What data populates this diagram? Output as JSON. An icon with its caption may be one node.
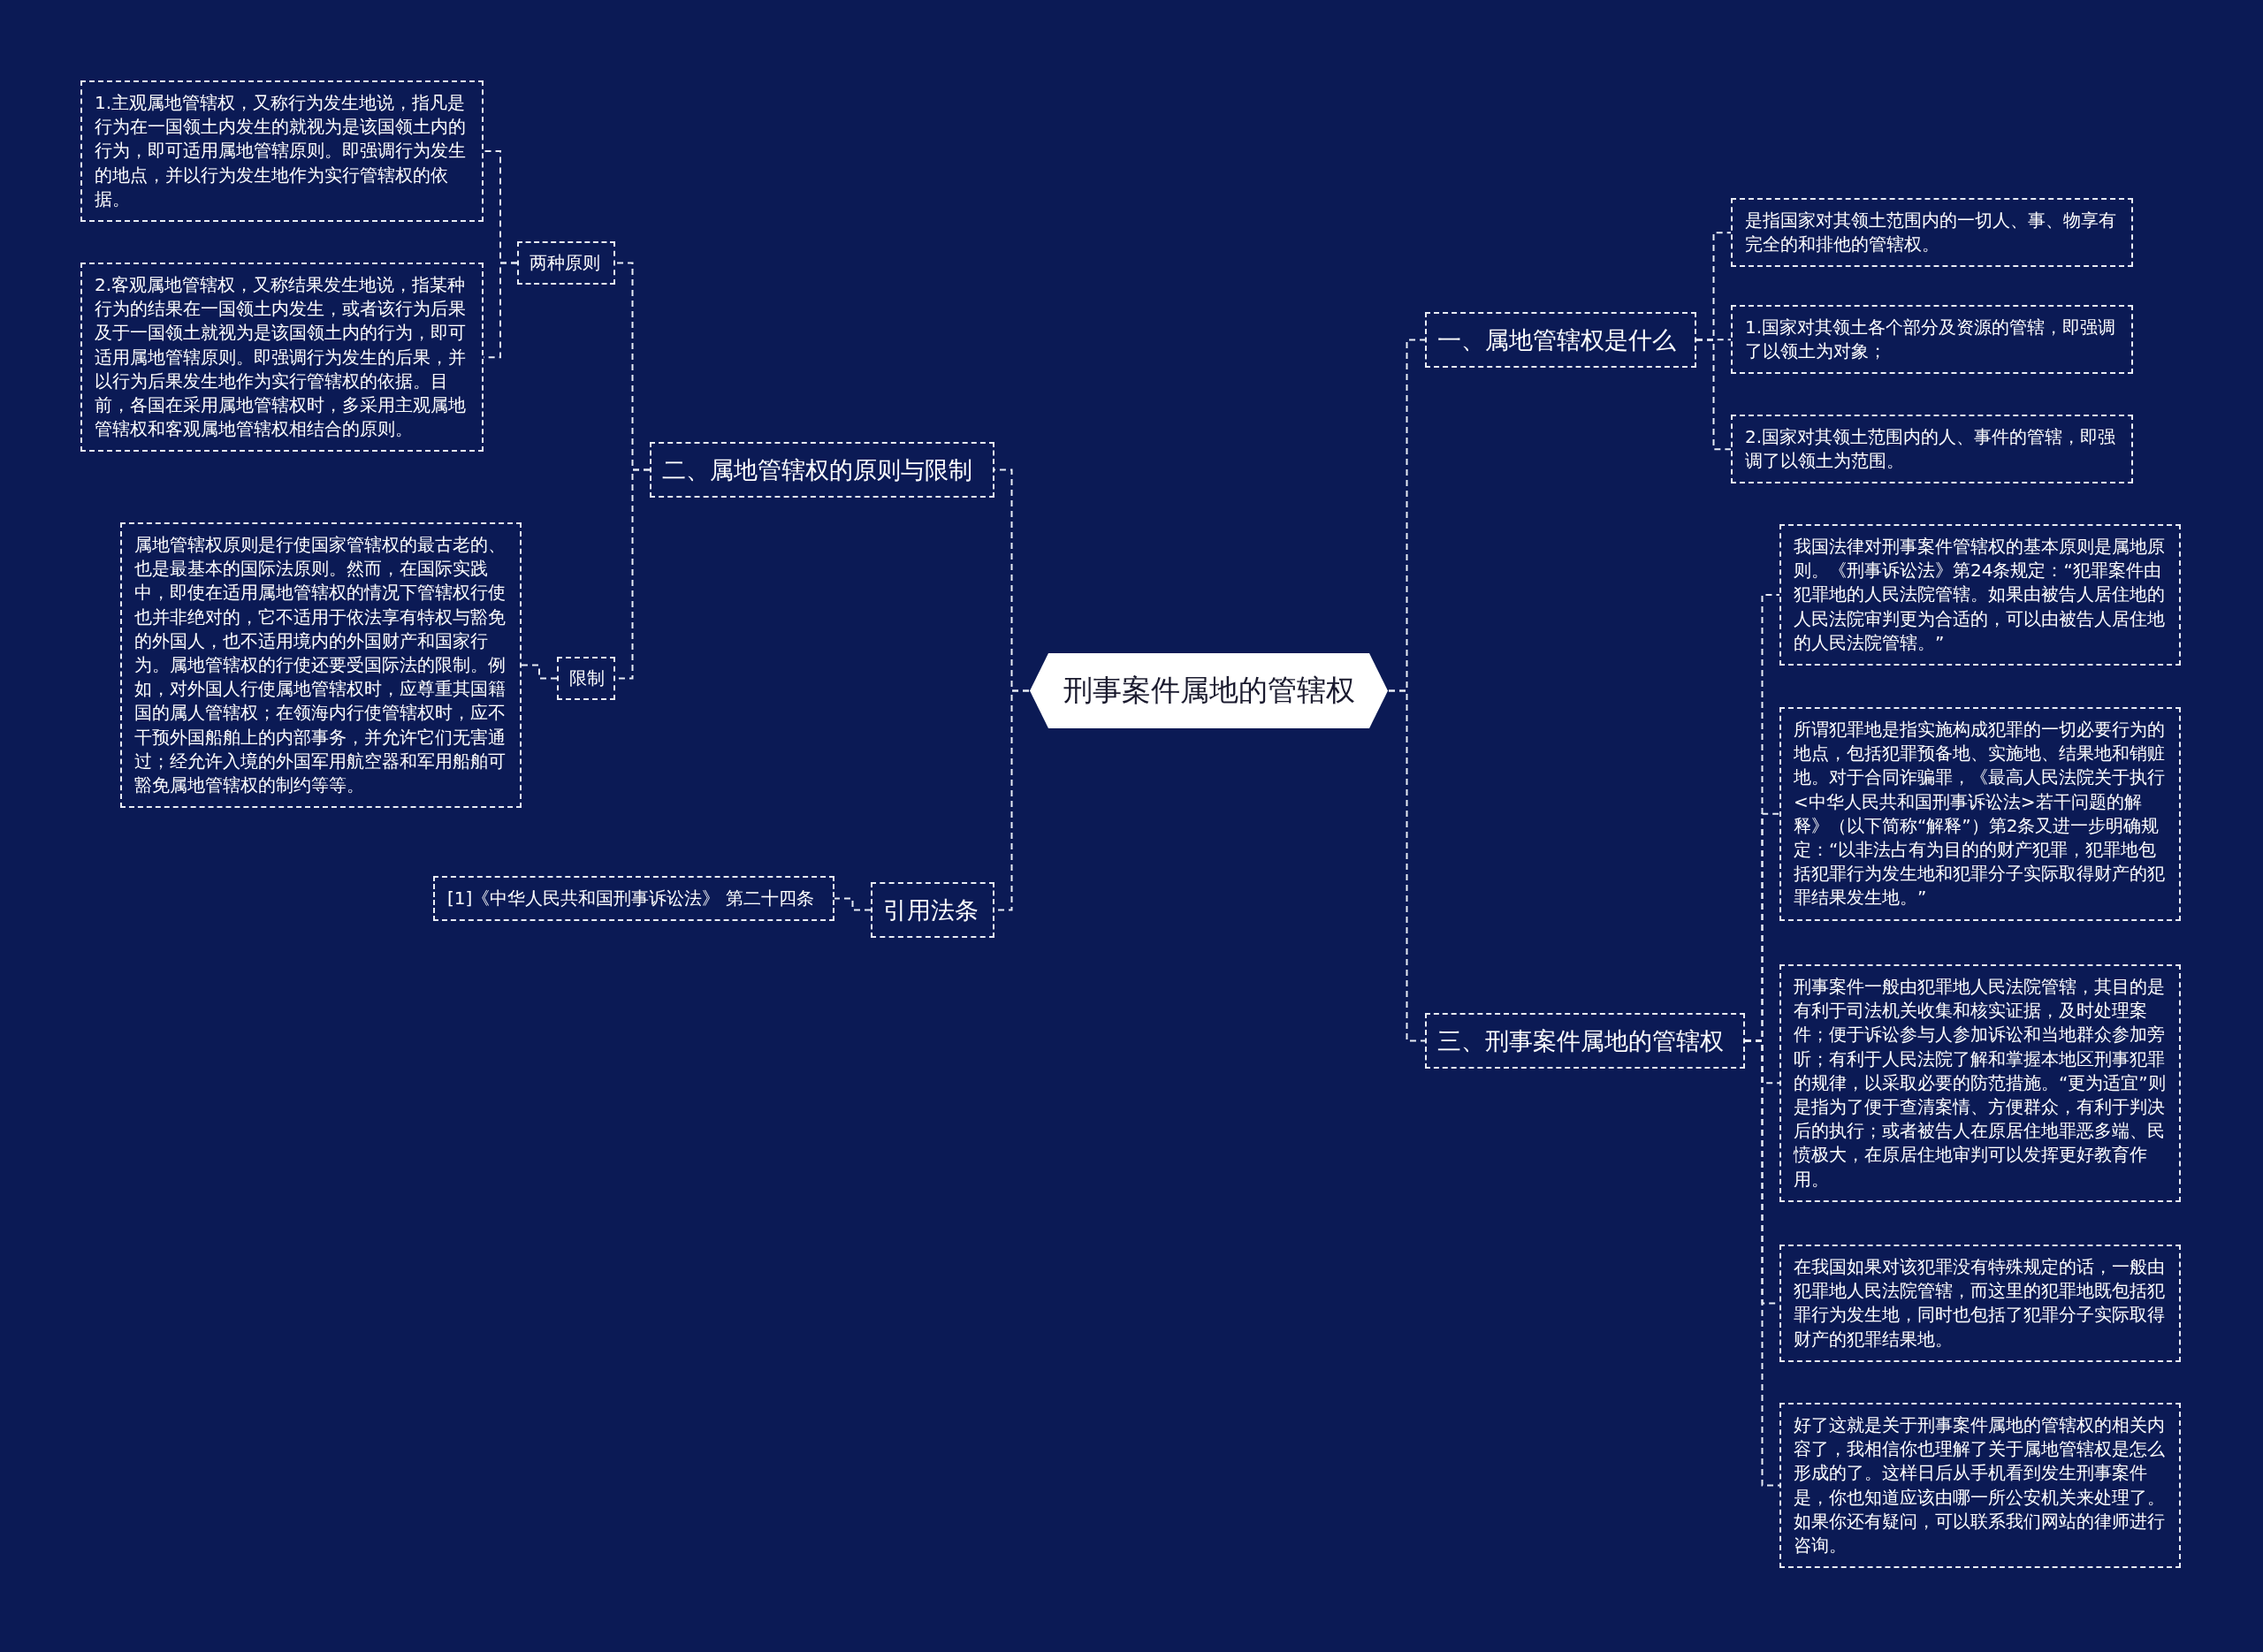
{
  "diagram": {
    "nodes": [
      {
        "text": [
          "刑事案件属地的管辖权"
        ]
      },
      {
        "text": [
          "一、属地管辖权是什么"
        ]
      },
      {
        "text": [
          "是指国家对其领土范围内的一切人、事、物享有完全的和排他的管辖权。"
        ]
      },
      {
        "text": [
          "1.国家对其领土各个部分及资源的管辖，即强调了以领土为对象；"
        ]
      },
      {
        "text": [
          "2.国家对其领土范围内的人、事件的管辖，即强调了以领土为范围。"
        ]
      },
      {
        "text": [
          "三、刑事案件属地的管辖权"
        ]
      },
      {
        "text": [
          "我国法律对刑事案件管辖权的基本原则是属地原则。《刑事诉讼法》第24条规定：“犯罪案件由犯罪地的人民法院管辖。如果由被告人居住地的人民法院审判更为合适的，可以由被告人居住地的人民法院管辖。”"
        ]
      },
      {
        "text": [
          "所谓犯罪地是指实施构成犯罪的一切必要行为的地点，包括犯罪预备地、实施地、结果地和销赃地。对于合同诈骗罪，《最高人民法院关于执行<中华人民共和国刑事诉讼法>若干问题的解释》（以下简称“解释”）第2条又进一步明确规定：“以非法占有为目的的财产犯罪，犯罪地包括犯罪行为发生地和犯罪分子实际取得财产的犯罪结果发生地。”"
        ]
      },
      {
        "text": [
          "刑事案件一般由犯罪地人民法院管辖，其目的是有利于司法机关收集和核实证据，及时处理案件；便于诉讼参与人参加诉讼和当地群众参加旁听；有利于人民法院了解和掌握本地区刑事犯罪的规律，以采取必要的防范措施。“更为适宜”则是指为了便于查清案情、方便群众，有利于判决后的执行；或者被告人在原居住地罪恶多端、民愤极大，在原居住地审判可以发挥更好教育作用。"
        ]
      },
      {
        "text": [
          "在我国如果对该犯罪没有特殊规定的话，一般由犯罪地人民法院管辖，而这里的犯罪地既包括犯罪行为发生地，同时也包括了犯罪分子实际取得财产的犯罪结果地。"
        ]
      },
      {
        "text": [
          "好了这就是关于刑事案件属地的管辖权的相关内容了，我相信你也理解了关于属地管辖权是怎么形成的了。这样日后从手机看到发生刑事案件是，你也知道应该由哪一所公安机关来处理了。如果你还有疑问，可以联系我们网站的律师进行咨询。"
        ]
      },
      {
        "text": [
          "二、属地管辖权的原则与限制"
        ]
      },
      {
        "text": [
          "两种原则"
        ]
      },
      {
        "text": [
          "1.主观属地管辖权，又称行为发生地说，指凡是行为在一国领土内发生的就视为是该国领土内的行为，即可适用属地管辖原则。即强调行为发生的地点，并以行为发生地作为实行管辖权的依据。"
        ]
      },
      {
        "text": [
          "2.客观属地管辖权，又称结果发生地说，指某种行为的结果在一国领土内发生，或者该行为后果及于一国领土就视为是该国领土内的行为，即可适用属地管辖原则。即强调行为发生的后果，并以行为后果发生地作为实行管辖权的依据。目前，各国在采用属地管辖权时，多采用主观属地管辖权和客观属地管辖权相结合的原则。"
        ]
      },
      {
        "text": [
          "限制"
        ]
      },
      {
        "text": [
          "属地管辖权原则是行使国家管辖权的最古老的、也是最基本的国际法原则。然而，在国际实践中，即使在适用属地管辖权的情况下管辖权行使也并非绝对的，它不适用于依法享有特权与豁免的外国人，也不适用境内的外国财产和国家行为。属地管辖权的行使还要受国际法的限制。例如，对外国人行使属地管辖权时，应尊重其国籍国的属人管辖权；在领海内行使管辖权时，应不干预外国船舶上的内部事务，并允许它们无害通过；经允许入境的外国军用航空器和军用船舶可豁免属地管辖权的制约等等。"
        ]
      },
      {
        "text": [
          "引用法条"
        ]
      },
      {
        "text": [
          "[1]《中华人民共和国刑事诉讼法》 第二十四条"
        ]
      }
    ],
    "edges": [
      {
        "from": 0,
        "to": 1,
        "arrow": "none"
      },
      {
        "from": 1,
        "to": 2,
        "arrow": "none"
      },
      {
        "from": 1,
        "to": 3,
        "arrow": "none"
      },
      {
        "from": 1,
        "to": 4,
        "arrow": "none"
      },
      {
        "from": 0,
        "to": 5,
        "arrow": "none"
      },
      {
        "from": 5,
        "to": 6,
        "arrow": "none"
      },
      {
        "from": 5,
        "to": 7,
        "arrow": "none"
      },
      {
        "from": 5,
        "to": 8,
        "arrow": "none"
      },
      {
        "from": 5,
        "to": 9,
        "arrow": "none"
      },
      {
        "from": 5,
        "to": 10,
        "arrow": "none"
      },
      {
        "from": 0,
        "to": 11,
        "arrow": "none"
      },
      {
        "from": 11,
        "to": 12,
        "arrow": "none"
      },
      {
        "from": 12,
        "to": 13,
        "arrow": "none"
      },
      {
        "from": 12,
        "to": 14,
        "arrow": "none"
      },
      {
        "from": 11,
        "to": 15,
        "arrow": "none"
      },
      {
        "from": 15,
        "to": 16,
        "arrow": "none"
      },
      {
        "from": 0,
        "to": 17,
        "arrow": "none"
      },
      {
        "from": 17,
        "to": 18,
        "arrow": "none"
      }
    ]
  }
}
